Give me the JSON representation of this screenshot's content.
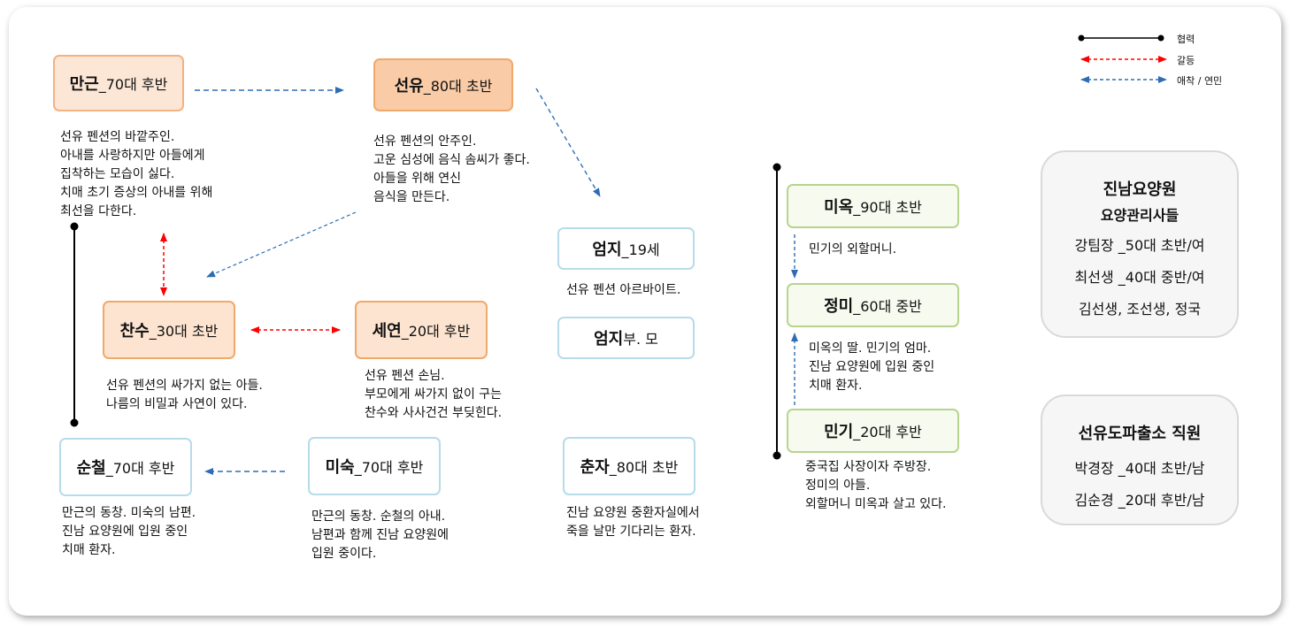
{
  "legend": [
    {
      "label": "협력",
      "style": "solid-black"
    },
    {
      "label": "갈등",
      "style": "dashed-red"
    },
    {
      "label": "애착 / 연민",
      "style": "dashed-blue"
    }
  ],
  "colors": {
    "cooperation": "#000000",
    "conflict": "#ff0000",
    "affection": "#2e6db4"
  },
  "characters": {
    "mangeun": {
      "name": "만근",
      "age": "_70대 후반",
      "desc": "선유 펜션의 바깥주인.\n아내를 사랑하지만 아들에게\n집착하는 모습이 싫다.\n치매 초기 증상의 아내를 위해\n최선을 다한다."
    },
    "seonyu": {
      "name": "선유",
      "age": "_80대 초반",
      "desc": "선유 펜션의 안주인.\n고운 심성에 음식 솜씨가 좋다.\n아들을 위해 연신\n음식을 만든다."
    },
    "eomji": {
      "name": "엄지",
      "age": " _19세",
      "desc": "선유 펜션 아르바이트."
    },
    "eomji_parents": {
      "name": "엄지",
      "age": " 부. 모"
    },
    "chansu": {
      "name": "찬수",
      "age": "_30대 초반",
      "desc": "선유 펜션의 싸가지 없는 아들.\n나름의 비밀과 사연이 있다."
    },
    "seyeon": {
      "name": "세연",
      "age": "_20대 후반",
      "desc": "선유 펜션 손님.\n부모에게 싸가지 없이 구는\n찬수와 사사건건 부딪힌다."
    },
    "suncheol": {
      "name": "순철",
      "age": "_70대 후반",
      "desc": "만근의 동창. 미숙의 남편.\n진남 요양원에 입원 중인\n치매 환자."
    },
    "misuk": {
      "name": "미숙",
      "age": " _70대 후반",
      "desc": "만근의 동창. 순철의 아내.\n남편과 함께 진남 요양원에\n입원 중이다."
    },
    "chunja": {
      "name": "춘자",
      "age": " _80대 초반",
      "desc": "진남 요양원 중환자실에서\n죽을 날만 기다리는 환자."
    },
    "miok": {
      "name": "미옥",
      "age": " _90대 초반",
      "desc": "민기의 외할머니."
    },
    "jeongmi": {
      "name": "정미",
      "age": " _60대 중반",
      "desc": "미옥의 딸. 민기의 엄마.\n진남 요양원에 입원 중인\n치매 환자."
    },
    "mingi": {
      "name": "민기",
      "age": " _20대 후반",
      "desc": "중국집 사장이자 주방장.\n정미의 아들.\n외할머니 미옥과 살고 있다."
    }
  },
  "groups": {
    "nursing": {
      "title": "진남요양원",
      "subtitle": "요양관리사들",
      "rows": [
        "강팀장 _50대 초반/여",
        "최선생 _40대 중반/여",
        "김선생, 조선생, 정국"
      ]
    },
    "police": {
      "title": "선유도파출소 직원",
      "rows": [
        "박경장 _40대 초반/남",
        "김순경 _20대 후반/남"
      ]
    }
  }
}
